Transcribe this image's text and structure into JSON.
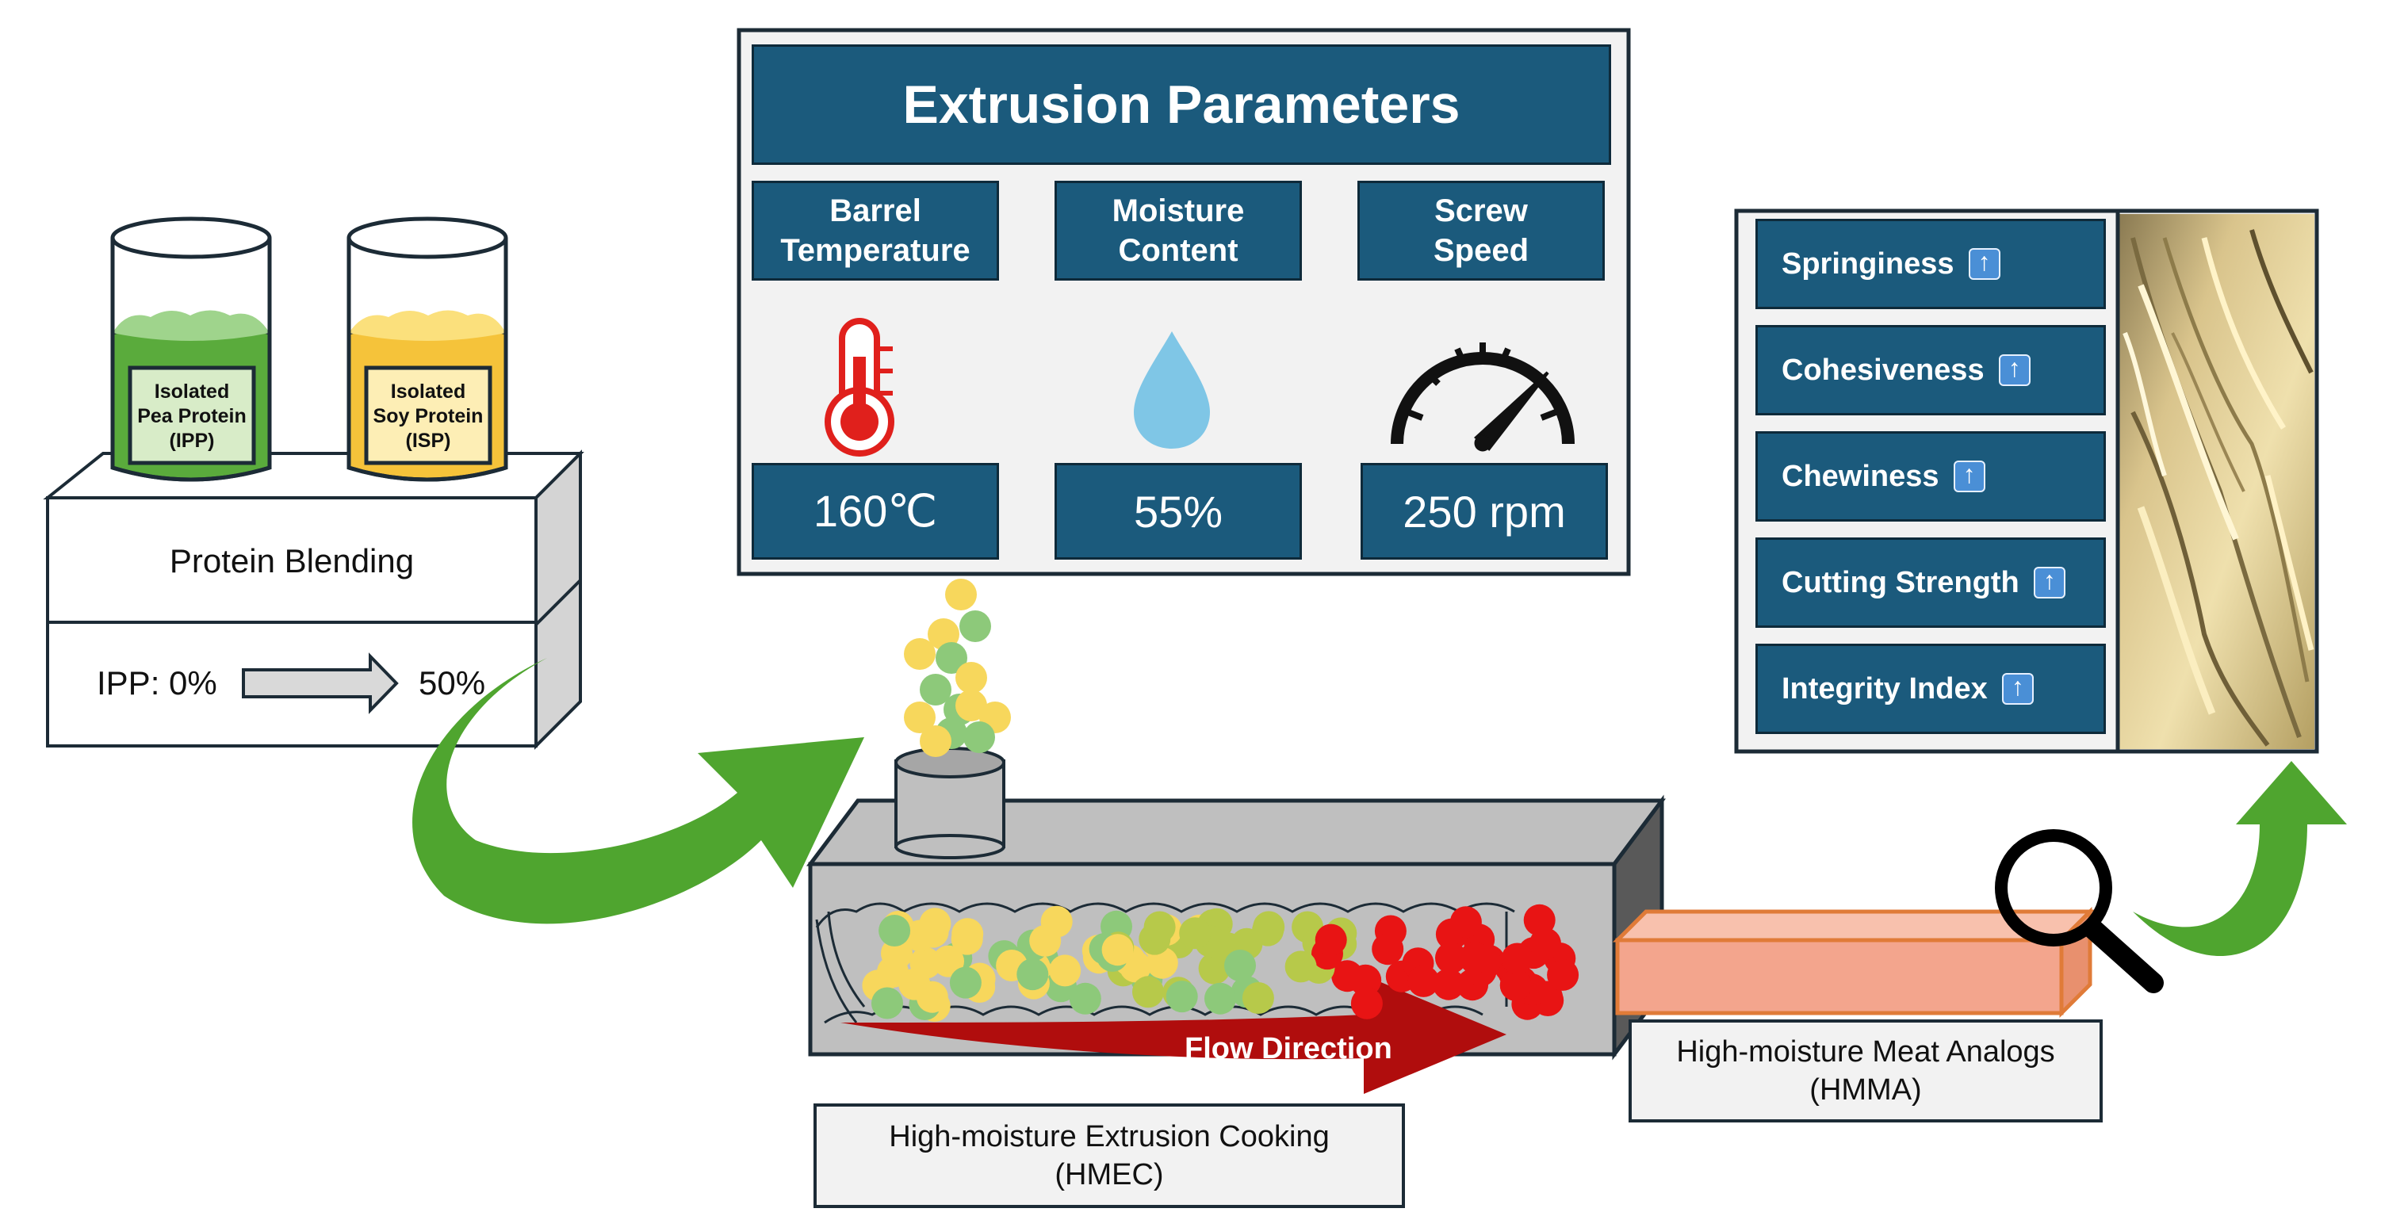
{
  "blending": {
    "label": "Protein Blending",
    "ratio_start": "IPP: 0%",
    "ratio_end": "50%",
    "jar_ipp": {
      "line1": "Isolated",
      "line2": "Pea Protein",
      "line3": "(IPP)",
      "color": "#5aab3c"
    },
    "jar_isp": {
      "line1": "Isolated",
      "line2": "Soy Protein",
      "line3": "(ISP)",
      "color": "#f5c33a"
    }
  },
  "parameters": {
    "title": "Extrusion Parameters",
    "items": [
      {
        "label_line1": "Barrel",
        "label_line2": "Temperature",
        "value": "160℃",
        "icon": "thermometer-icon"
      },
      {
        "label_line1": "Moisture",
        "label_line2": "Content",
        "value": "55%",
        "icon": "water-drop-icon"
      },
      {
        "label_line1": "Screw",
        "label_line2": "Speed",
        "value": "250 rpm",
        "icon": "speedometer-icon"
      }
    ]
  },
  "extruder": {
    "flow_label": "Flow Direction",
    "caption_line1": "High-moisture Extrusion Cooking",
    "caption_line2": "(HMEC)"
  },
  "product": {
    "caption_line1": "High-moisture Meat Analogs",
    "caption_line2": "(HMMA)"
  },
  "properties": {
    "items": [
      {
        "label": "Springiness",
        "trend": "up-arrow-icon"
      },
      {
        "label": "Cohesiveness",
        "trend": "up-arrow-icon"
      },
      {
        "label": "Chewiness",
        "trend": "up-arrow-icon"
      },
      {
        "label": "Cutting Strength",
        "trend": "up-arrow-icon"
      },
      {
        "label": "Integrity Index",
        "trend": "up-arrow-icon"
      }
    ]
  },
  "colors": {
    "navy": "#1b5a7c",
    "pea_green": "#8dc97a",
    "soy_yellow": "#f7d75c",
    "arrow_green": "#4fa52f",
    "flow_red": "#b00d0d",
    "cooked_red": "#e81414",
    "meat_salmon": "#f3a58d"
  }
}
